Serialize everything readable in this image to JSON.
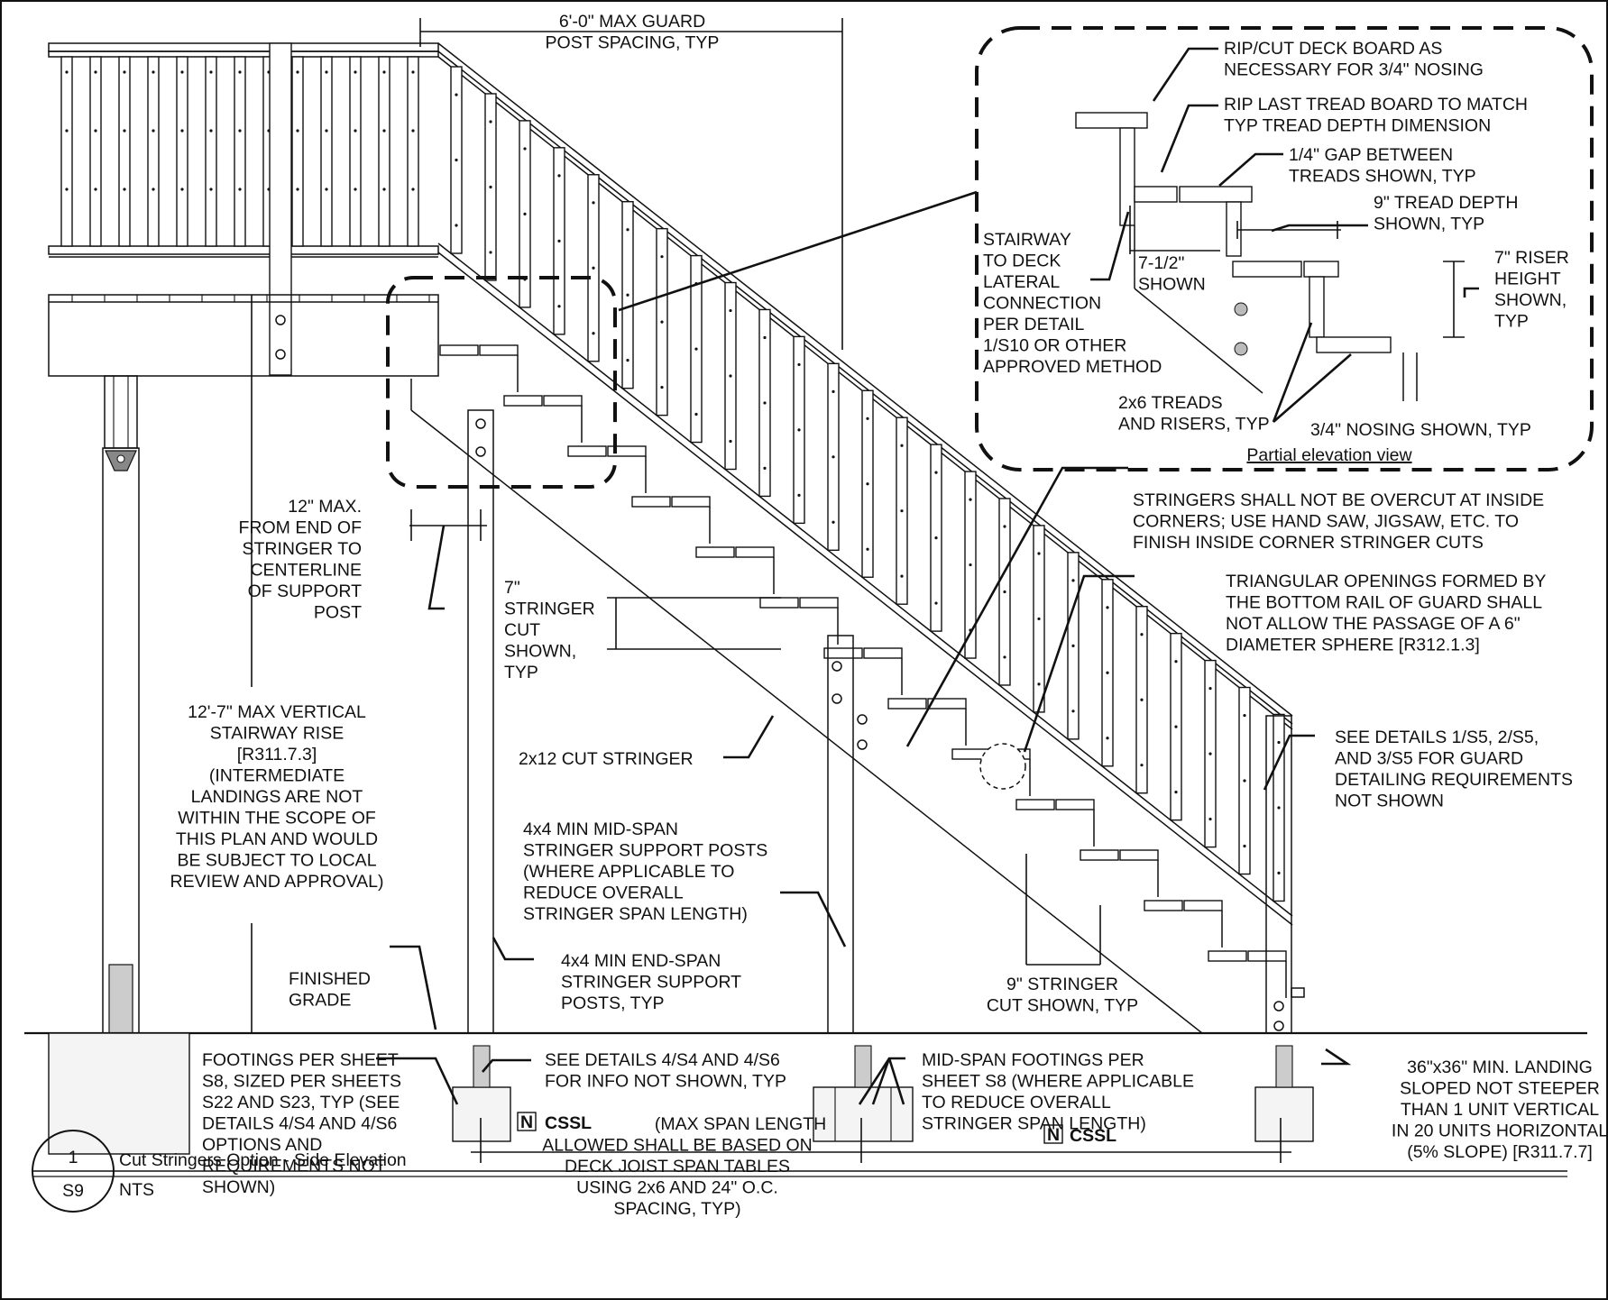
{
  "drawing": {
    "callouts": {
      "guard_post_spacing": [
        "6'-0\" MAX GUARD",
        "POST SPACING, TYP"
      ],
      "rip_cut_deck_board": [
        "RIP/CUT DECK BOARD AS",
        "NECESSARY FOR 3/4\" NOSING"
      ],
      "rip_last_tread": [
        "RIP LAST TREAD  BOARD TO MATCH",
        "TYP TREAD DEPTH DIMENSION"
      ],
      "gap_between_treads": [
        "1/4\" GAP BETWEEN",
        "TREADS SHOWN, TYP"
      ],
      "tread_depth": [
        "9\" TREAD DEPTH",
        "SHOWN, TYP"
      ],
      "lateral_connection": [
        "STAIRWAY",
        "TO DECK",
        "LATERAL",
        "CONNECTION",
        "PER DETAIL",
        "1/S10 OR OTHER",
        "APPROVED METHOD"
      ],
      "dim_7_half": [
        "7-1/2\"",
        "SHOWN"
      ],
      "riser_height": [
        "7\" RISER",
        "HEIGHT",
        "SHOWN,",
        "TYP"
      ],
      "treads_risers": [
        "2x6 TREADS",
        "AND RISERS, TYP"
      ],
      "nosing": [
        "3/4\" NOSING SHOWN, TYP"
      ],
      "partial_elevation_view": "Partial elevation view",
      "stringer_end_distance": [
        "12\" MAX.",
        "FROM END OF",
        "STRINGER TO",
        "CENTERLINE",
        "OF SUPPORT",
        "POST"
      ],
      "stringers_overcut": [
        "STRINGERS SHALL NOT BE OVERCUT AT INSIDE",
        "CORNERS; USE HAND SAW, JIGSAW, ETC. TO",
        "FINISH INSIDE CORNER STRINGER CUTS"
      ],
      "triangular_openings": [
        "TRIANGULAR OPENINGS FORMED BY",
        "THE BOTTOM RAIL OF GUARD SHALL",
        "NOT ALLOW THE PASSAGE OF A 6\"",
        "DIAMETER SPHERE [R312.1.3]"
      ],
      "stringer_cut_7": [
        "7\"",
        "STRINGER",
        "CUT",
        "SHOWN,",
        "TYP"
      ],
      "max_rise": [
        "12'-7\" MAX VERTICAL",
        "STAIRWAY RISE",
        "[R311.7.3]",
        "(INTERMEDIATE",
        "LANDINGS ARE NOT",
        "WITHIN THE SCOPE OF",
        "THIS PLAN AND WOULD",
        "BE SUBJECT TO LOCAL",
        "REVIEW AND APPROVAL)"
      ],
      "cut_stringer": [
        "2x12 CUT STRINGER"
      ],
      "guard_details": [
        "SEE DETAILS 1/S5, 2/S5,",
        "AND 3/S5 FOR GUARD",
        "DETAILING REQUIREMENTS",
        "NOT SHOWN"
      ],
      "mid_span_posts": [
        "4x4 MIN MID-SPAN",
        "STRINGER SUPPORT POSTS",
        "(WHERE APPLICABLE TO",
        "REDUCE OVERALL",
        "STRINGER SPAN LENGTH)"
      ],
      "end_span_posts": [
        "4x4 MIN END-SPAN",
        "STRINGER SUPPORT",
        "POSTS, TYP"
      ],
      "finished_grade": [
        "FINISHED",
        "GRADE"
      ],
      "stringer_cut_9": [
        "9\" STRINGER",
        "CUT SHOWN, TYP"
      ],
      "footings": [
        "FOOTINGS PER SHEET",
        "S8, SIZED PER SHEETS",
        "S22 AND S23, TYP (SEE",
        "DETAILS 4/S4 AND 4/S6",
        "OPTIONS AND",
        "REQUIREMENTS NOT",
        "SHOWN)"
      ],
      "see_details_s4_s6": [
        "SEE DETAILS 4/S4 AND 4/S6",
        "FOR INFO NOT SHOWN, TYP"
      ],
      "cssl_note": {
        "tag": "N",
        "bold": "CSSL",
        "lines": [
          " (MAX SPAN LENGTH",
          "ALLOWED SHALL BE BASED ON",
          "DECK JOIST SPAN TABLES",
          "USING 2x6 AND 24\" O.C.",
          "SPACING, TYP)"
        ]
      },
      "mid_span_footings": [
        "MID-SPAN FOOTINGS PER",
        "SHEET S8 (WHERE APPLICABLE",
        "TO REDUCE OVERALL",
        "STRINGER SPAN LENGTH)"
      ],
      "cssl_dim": {
        "tag": "N",
        "bold": "CSSL"
      },
      "landing": [
        "36\"x36\" MIN. LANDING",
        "SLOPED NOT STEEPER",
        "THAN 1 UNIT VERTICAL",
        "IN 20 UNITS HORIZONTAL",
        "(5% SLOPE) [R311.7.7]"
      ]
    },
    "title_block": {
      "detail_number": "1",
      "sheet": "S9",
      "title": "Cut Stringers Option - Side Elevation",
      "scale": "NTS"
    }
  }
}
